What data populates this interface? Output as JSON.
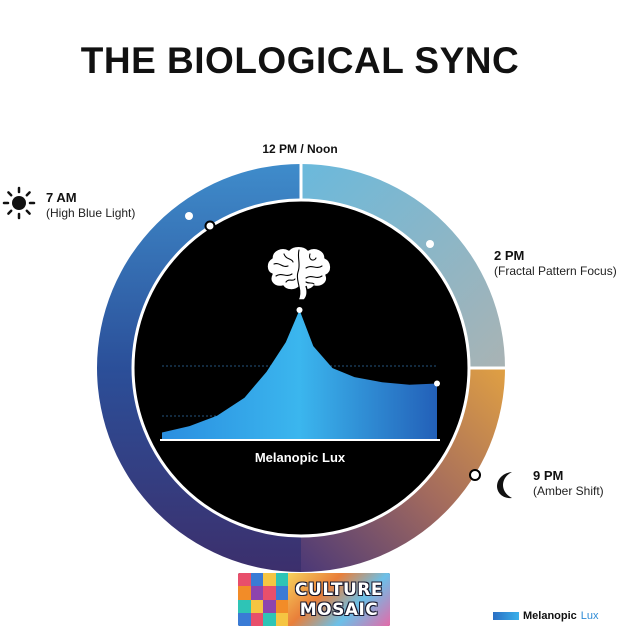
{
  "title": "THE BIOLOGICAL SYNC",
  "markers": {
    "noon": "12 PM / Noon",
    "morning": {
      "time": "7 AM",
      "desc": "(High Blue Light)"
    },
    "afternoon": {
      "time": "2 PM",
      "desc": "(Fractal Pattern Focus)"
    },
    "evening": {
      "time": "9 PM",
      "desc": "(Amber Shift)"
    }
  },
  "chart_label": "Melanopic Lux",
  "logo": {
    "line1": "CULTURE",
    "line2": "MOSAIC"
  },
  "legend": {
    "name_bold": "Melanopic",
    "name_light": "Lux"
  },
  "icons": [
    "sun-icon",
    "moon-icon",
    "brain-icon"
  ],
  "colors": {
    "ring_blue": "#2f6fb5",
    "ring_teal": "#6fb8d6",
    "ring_amber": "#d99a3c",
    "ring_purple": "#4b3d7a",
    "chart_fill": "#2aa4e4",
    "dial_bg": "#000000"
  },
  "chart_data": {
    "type": "area",
    "x": [
      0,
      0.1,
      0.2,
      0.3,
      0.38,
      0.45,
      0.5,
      0.55,
      0.62,
      0.7,
      0.8,
      0.9,
      1.0
    ],
    "values": [
      0.05,
      0.1,
      0.18,
      0.32,
      0.52,
      0.75,
      1.0,
      0.72,
      0.55,
      0.48,
      0.44,
      0.42,
      0.43
    ],
    "grid": true
  }
}
